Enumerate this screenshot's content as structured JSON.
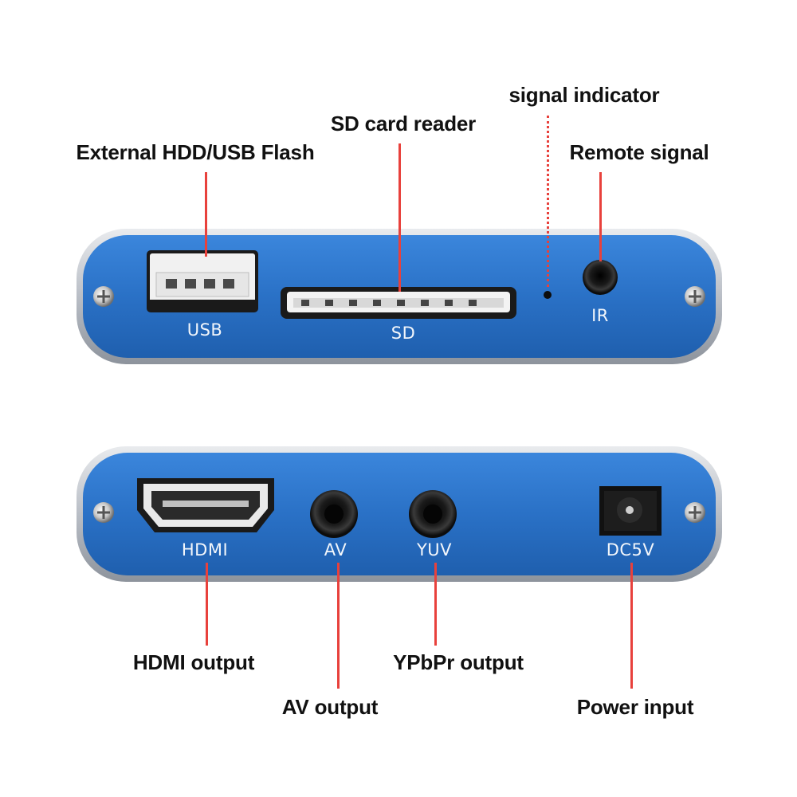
{
  "callouts": {
    "usb": "External HDD/USB Flash",
    "sd": "SD card reader",
    "signal": "signal indicator",
    "remote": "Remote signal",
    "hdmi": "HDMI output",
    "av": "AV output",
    "ypbpr": "YPbPr output",
    "power": "Power input"
  },
  "panel_labels": {
    "usb": "USB",
    "sd": "SD",
    "ir": "IR",
    "hdmi": "HDMI",
    "av": "AV",
    "yuv": "YUV",
    "dc": "DC5V"
  },
  "colors": {
    "panel_blue": "#2b73c9",
    "leader_red": "#e8413c",
    "frame_silver": "#c9cdd3"
  }
}
